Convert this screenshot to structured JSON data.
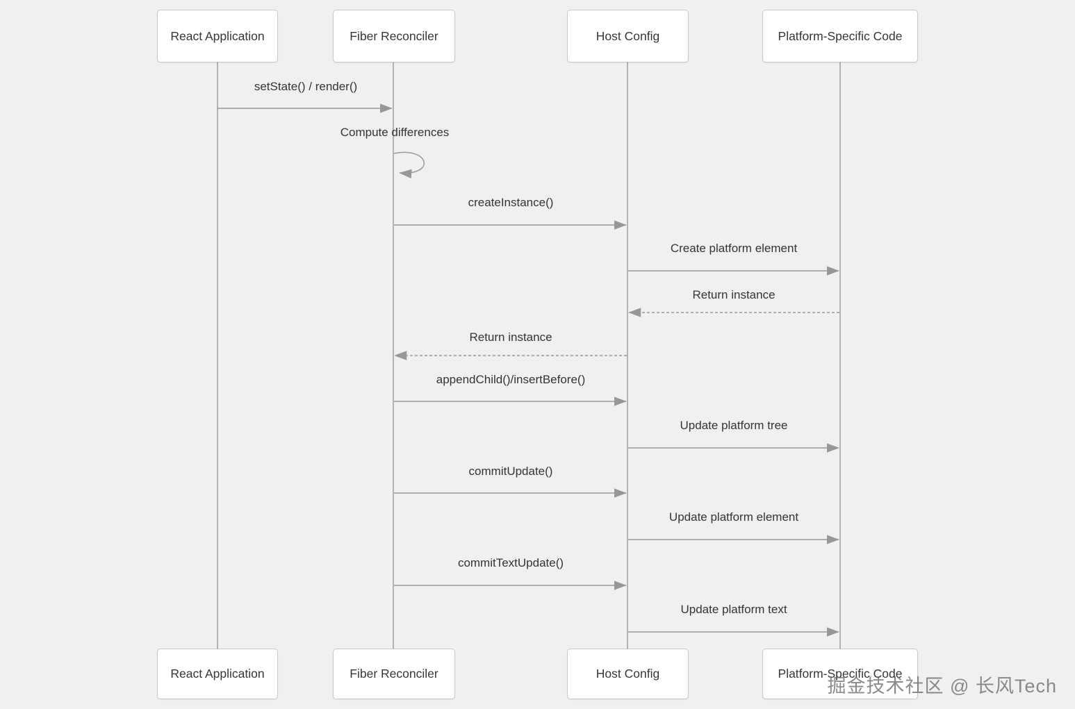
{
  "diagram": {
    "type": "sequence-diagram",
    "actors": [
      {
        "name": "React Application"
      },
      {
        "name": "Fiber Reconciler"
      },
      {
        "name": "Host Config"
      },
      {
        "name": "Platform-Specific Code"
      }
    ],
    "messages": [
      {
        "label": "setState() / render()",
        "from": "React Application",
        "to": "Fiber Reconciler",
        "style": "solid"
      },
      {
        "label": "Compute differences",
        "from": "Fiber Reconciler",
        "to": "Fiber Reconciler",
        "style": "self-loop"
      },
      {
        "label": "createInstance()",
        "from": "Fiber Reconciler",
        "to": "Host Config",
        "style": "solid"
      },
      {
        "label": "Create platform element",
        "from": "Host Config",
        "to": "Platform-Specific Code",
        "style": "solid"
      },
      {
        "label": "Return instance",
        "from": "Platform-Specific Code",
        "to": "Host Config",
        "style": "dashed"
      },
      {
        "label": "Return instance",
        "from": "Host Config",
        "to": "Fiber Reconciler",
        "style": "dashed"
      },
      {
        "label": "appendChild()/insertBefore()",
        "from": "Fiber Reconciler",
        "to": "Host Config",
        "style": "solid"
      },
      {
        "label": "Update platform tree",
        "from": "Host Config",
        "to": "Platform-Specific Code",
        "style": "solid"
      },
      {
        "label": "commitUpdate()",
        "from": "Fiber Reconciler",
        "to": "Host Config",
        "style": "solid"
      },
      {
        "label": "Update platform element",
        "from": "Host Config",
        "to": "Platform-Specific Code",
        "style": "solid"
      },
      {
        "label": "commitTextUpdate()",
        "from": "Fiber Reconciler",
        "to": "Host Config",
        "style": "solid"
      },
      {
        "label": "Update platform text",
        "from": "Host Config",
        "to": "Platform-Specific Code",
        "style": "solid"
      }
    ],
    "watermark": "掘金技术社区 @ 长风Tech",
    "colors": {
      "background": "#f1f0ee",
      "box_fill": "#ffffff",
      "box_border": "#c9c9c7",
      "line": "#999999",
      "text": "#343434",
      "watermark": "#6e6e6e"
    }
  }
}
